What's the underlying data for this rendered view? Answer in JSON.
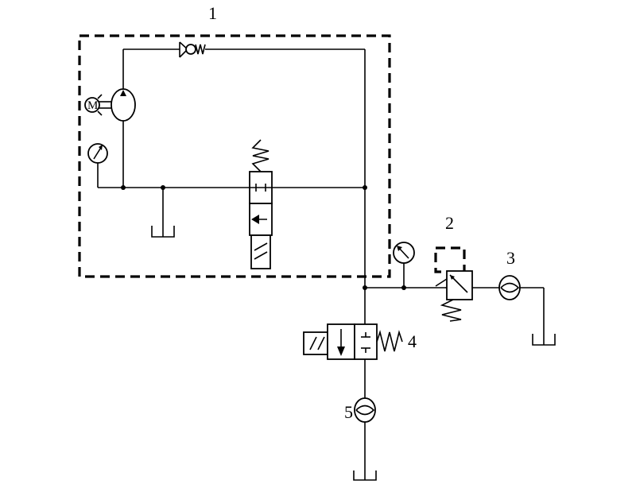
{
  "labels": {
    "unit_1": "1",
    "unit_2": "2",
    "unit_3": "3",
    "unit_4": "4",
    "unit_5": "5",
    "motor": "M"
  },
  "icons": [
    "motor-icon",
    "pump-icon",
    "check-valve-icon",
    "pressure-gauge-icon",
    "solenoid-valve-icon",
    "relief-valve-icon",
    "flow-meter-icon",
    "tank-icon"
  ]
}
